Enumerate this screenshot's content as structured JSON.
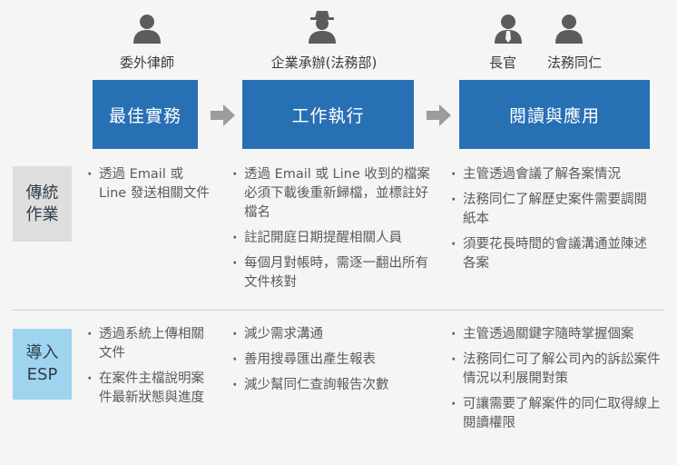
{
  "colors": {
    "stage_blue": "#2870b4",
    "label_gray": "#dededd",
    "label_blue": "#9ed4ef",
    "arrow_gray": "#9c9c9c",
    "person_gray": "#5c5c5c"
  },
  "icons": [
    "person-icon",
    "person-hat-icon",
    "person-tie-icon",
    "person-icon",
    "arrow-right-icon"
  ],
  "roles": {
    "outside_lawyer": "委外律師",
    "undertaker": "企業承辦(法務部)",
    "supervisor": "長官",
    "colleague": "法務同仁"
  },
  "stages": [
    "最佳實務",
    "工作執行",
    "閱讀與應用"
  ],
  "rows": {
    "traditional": {
      "label": "傳統\n作業",
      "col1": [
        "透過 Email 或 Line 發送相關文件"
      ],
      "col2": [
        "透過 Email 或 Line 收到的檔案必須下載後重新歸檔，並標註好檔名",
        "註記開庭日期提醒相關人員",
        "每個月對帳時，需逐一翻出所有文件核對"
      ],
      "col3": [
        "主管透過會議了解各案情況",
        "法務同仁了解歷史案件需要調閱紙本",
        "須要花長時間的會議溝通並陳述各案"
      ]
    },
    "esp": {
      "label": "導入\nESP",
      "col1": [
        "透過系統上傳相關文件",
        "在案件主檔說明案件最新狀態與進度"
      ],
      "col2": [
        "減少需求溝通",
        "善用搜尋匯出產生報表",
        "減少幫同仁查詢報告次數"
      ],
      "col3": [
        "主管透過關鍵字隨時掌握個案",
        "法務同仁可了解公司內的訴訟案件情況以利展開對策",
        "可讓需要了解案件的同仁取得線上閱讀權限"
      ]
    }
  }
}
